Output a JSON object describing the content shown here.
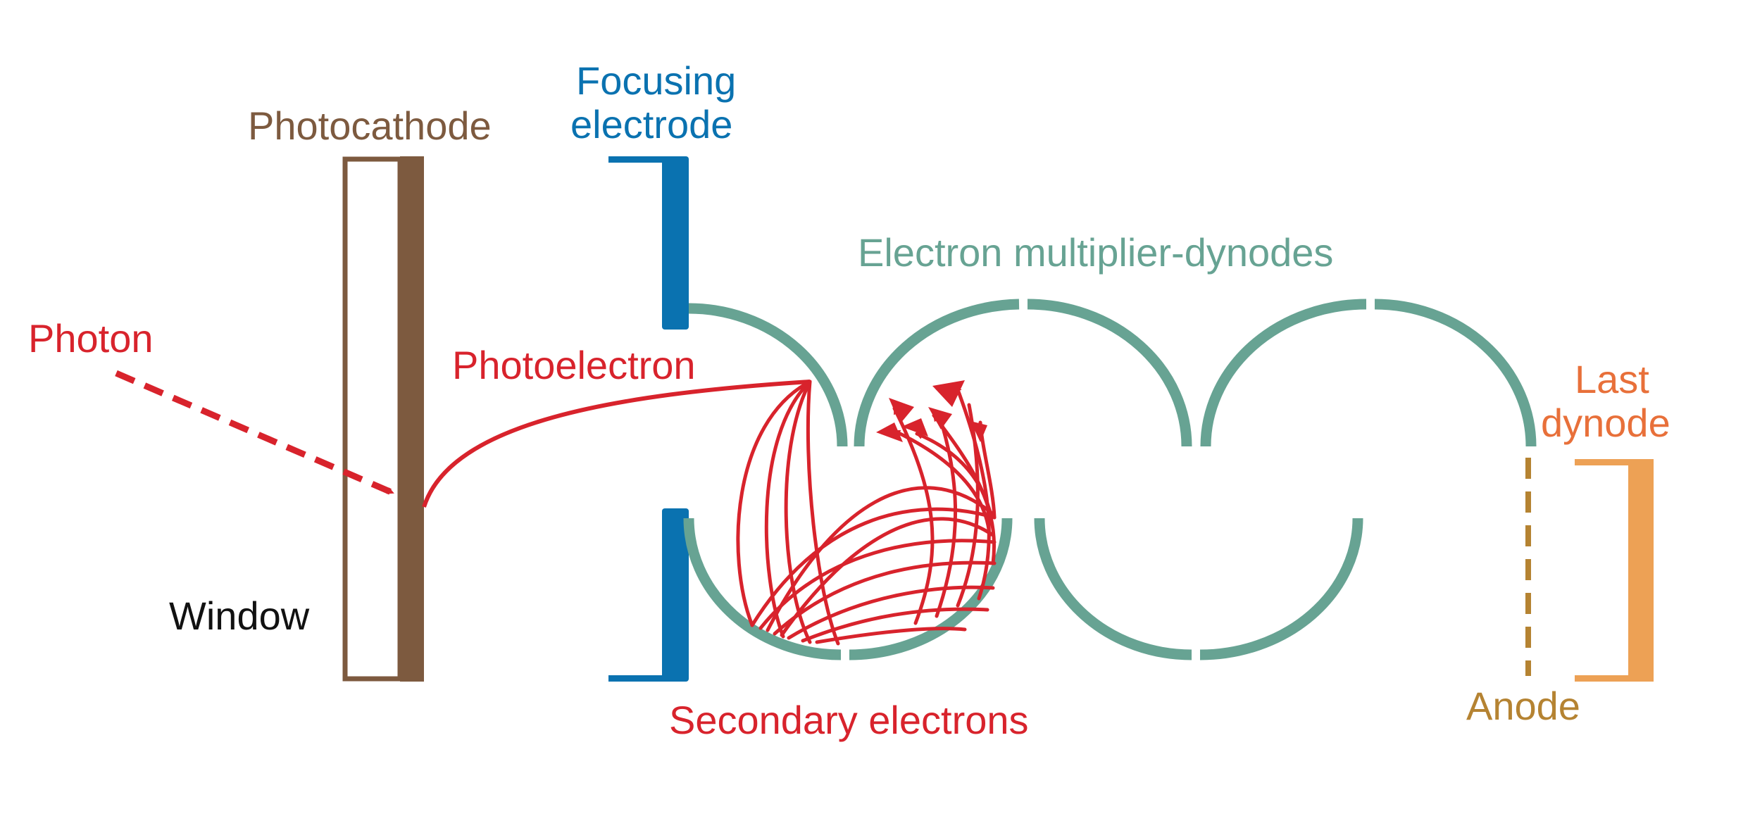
{
  "labels": {
    "photocathode": "Photocathode",
    "focusing_line1": "Focusing",
    "focusing_line2": "electrode",
    "dynodes": "Electron multiplier-dynodes",
    "photon": "Photon",
    "photoelectron": "Photoelectron",
    "last_dynode_line1": "Last",
    "last_dynode_line2": "dynode",
    "window": "Window",
    "secondary": "Secondary electrons",
    "anode": "Anode"
  },
  "colors": {
    "photocathode": "#7d5a3f",
    "focusing": "#0a72b0",
    "dynode": "#67a393",
    "electron": "#d8232c",
    "anode": "#b58332",
    "last_dynode": "#eda155",
    "text_dark": "#111111"
  }
}
